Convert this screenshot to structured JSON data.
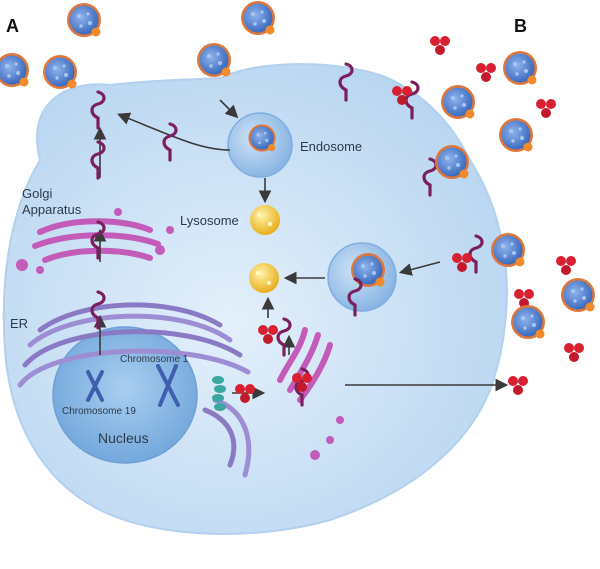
{
  "panel_labels": {
    "left": "A",
    "right": "B"
  },
  "labels": {
    "endosome": "Endosome",
    "golgi_line1": "Golgi",
    "golgi_line2": "Apparatus",
    "lysosome": "Lysosome",
    "er": "ER",
    "chromosome_1": "Chromosome 1",
    "chromosome_19": "Chromosome 19",
    "nucleus": "Nucleus"
  },
  "colors": {
    "cell": "#cfe3f6",
    "cell_edge": "#b3d0ee",
    "nucleus": "#8fbde8",
    "er": "#8a7ac4",
    "golgi": "#c25cb8",
    "receptor": "#7b1f5e",
    "pcsk9": "#d92030",
    "ldl_core": "#4a78c8",
    "ldl_rim": "#e0773a",
    "lysosome": "#f2c230",
    "arrow": "#3a3a3a",
    "gene": "#3aa8a0"
  },
  "icons": [
    "ldl-particle-icon",
    "ldl-receptor-icon",
    "pcsk9-protein-icon",
    "chromosome-icon",
    "arrow-icon"
  ]
}
